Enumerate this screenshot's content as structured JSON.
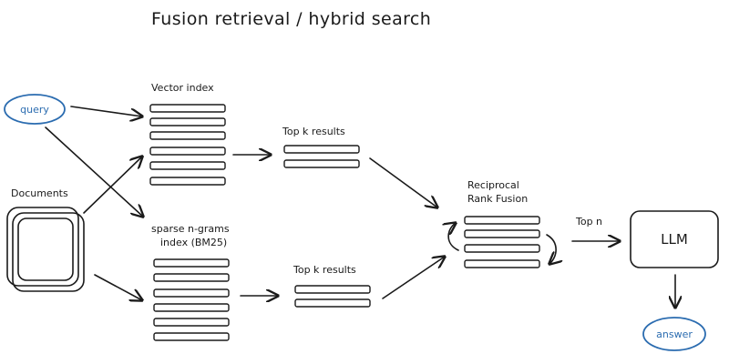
{
  "diagram": {
    "title": "Fusion retrieval / hybrid search",
    "query_label": "query",
    "documents_label": "Documents",
    "vector_index_label": "Vector index",
    "sparse_index_label_line1": "sparse n-grams",
    "sparse_index_label_line2": "index (BM25)",
    "topk_upper_label": "Top k results",
    "topk_lower_label": "Top k results",
    "fusion_label_line1": "Reciprocal",
    "fusion_label_line2": "Rank Fusion",
    "top_n_label": "Top n",
    "llm_label": "LLM",
    "answer_label": "answer",
    "accent_color": "#2b6cb0"
  }
}
